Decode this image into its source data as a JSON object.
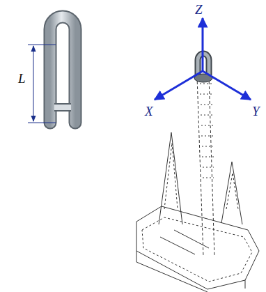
{
  "diagram": {
    "labels": [
      "L",
      "Z",
      "X",
      "Y"
    ]
  }
}
